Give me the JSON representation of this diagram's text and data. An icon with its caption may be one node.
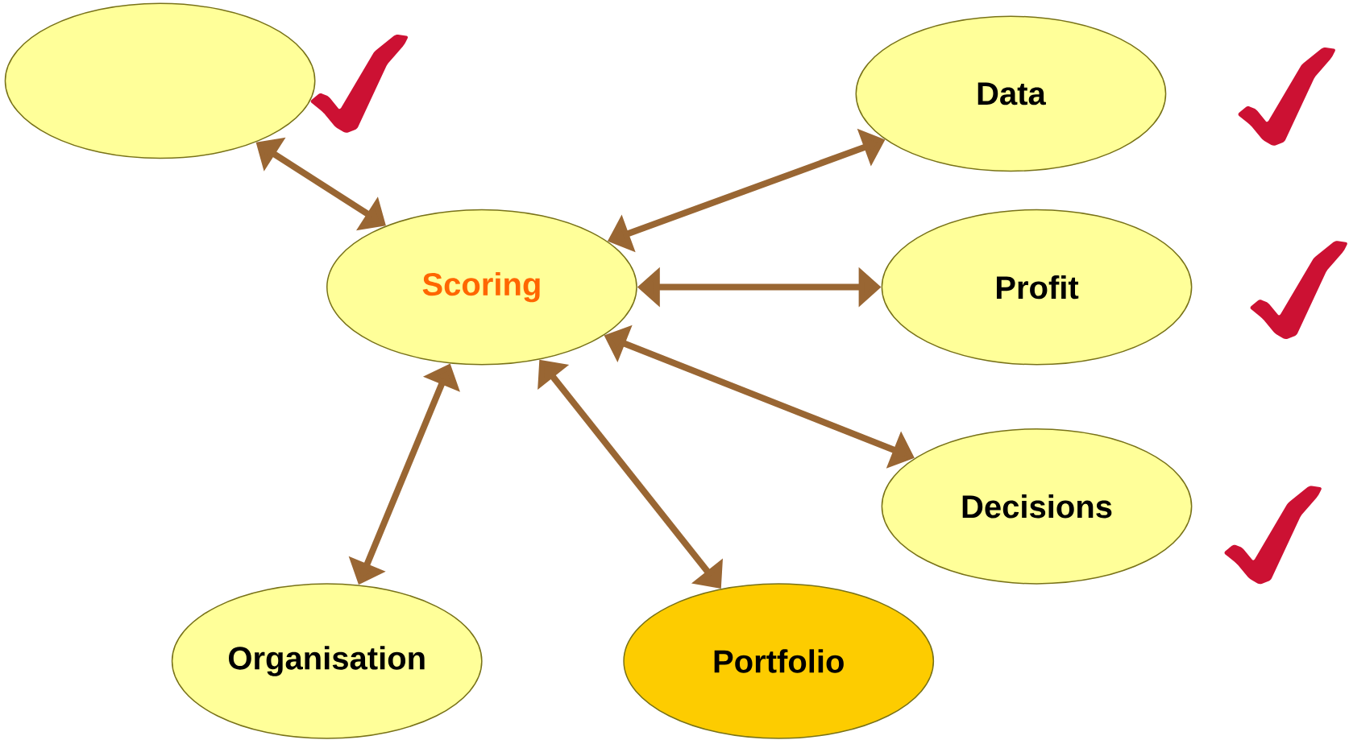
{
  "diagram": {
    "nodes": [
      {
        "text": [],
        "shape": "ellipse"
      },
      {
        "text": [
          "Data"
        ]
      },
      {
        "text": [
          "Scoring"
        ]
      },
      {
        "text": [
          "Profit"
        ]
      },
      {
        "text": [
          "Decisions"
        ]
      },
      {
        "text": [
          "Organisation"
        ]
      },
      {
        "text": [
          "Portfolio"
        ]
      },
      {
        "text": [],
        "shape": "check"
      },
      {
        "text": [],
        "shape": "check"
      },
      {
        "text": [],
        "shape": "check"
      },
      {
        "text": [],
        "shape": "check"
      }
    ],
    "edges": [
      {
        "from": 2,
        "to": 0,
        "arrow": "both"
      },
      {
        "from": 2,
        "to": 1,
        "arrow": "both"
      },
      {
        "from": 2,
        "to": 3,
        "arrow": "both"
      },
      {
        "from": 2,
        "to": 4,
        "arrow": "both"
      },
      {
        "from": 2,
        "to": 6,
        "arrow": "both"
      },
      {
        "from": 2,
        "to": 5,
        "arrow": "both"
      }
    ]
  }
}
